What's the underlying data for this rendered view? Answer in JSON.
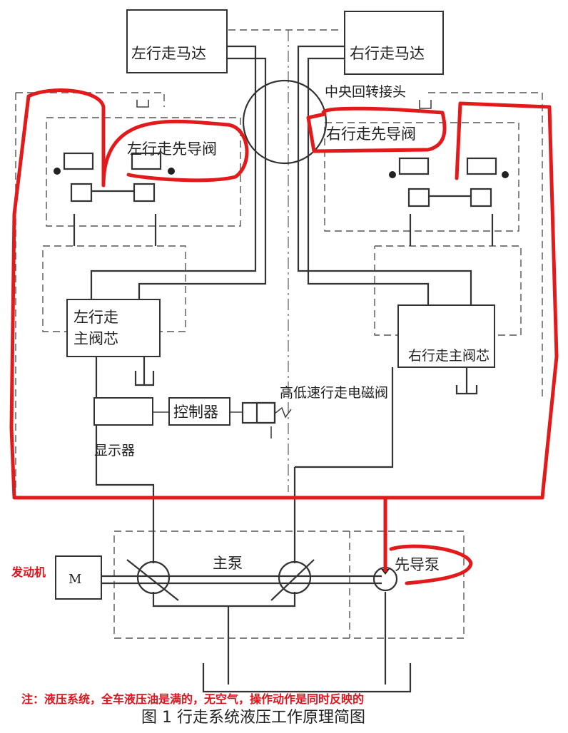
{
  "labels": {
    "left_motor": "左行走马达",
    "right_motor": "右行走马达",
    "central_joint": "中央回转接头",
    "left_pilot_valve": "左行走先导阀",
    "right_pilot_valve": "右行走先导阀",
    "left_main_valve_line1": "左行走",
    "left_main_valve_line2": "主阀芯",
    "right_main_valve": "右行走主阀芯",
    "speed_solenoid": "高低速行走电磁阀",
    "controller": "控制器",
    "display": "显示器",
    "main_pump": "主泵",
    "pilot_pump": "先导泵",
    "engine": "发动机",
    "motor_symbol": "M"
  },
  "note": "注：液压系统，全车液压油是满的，无空气，操作动作是同时反映的",
  "caption": "图 1   行走系统液压工作原理简图",
  "colors": {
    "annotation_red": "#e31a1c",
    "line": "#333333"
  }
}
